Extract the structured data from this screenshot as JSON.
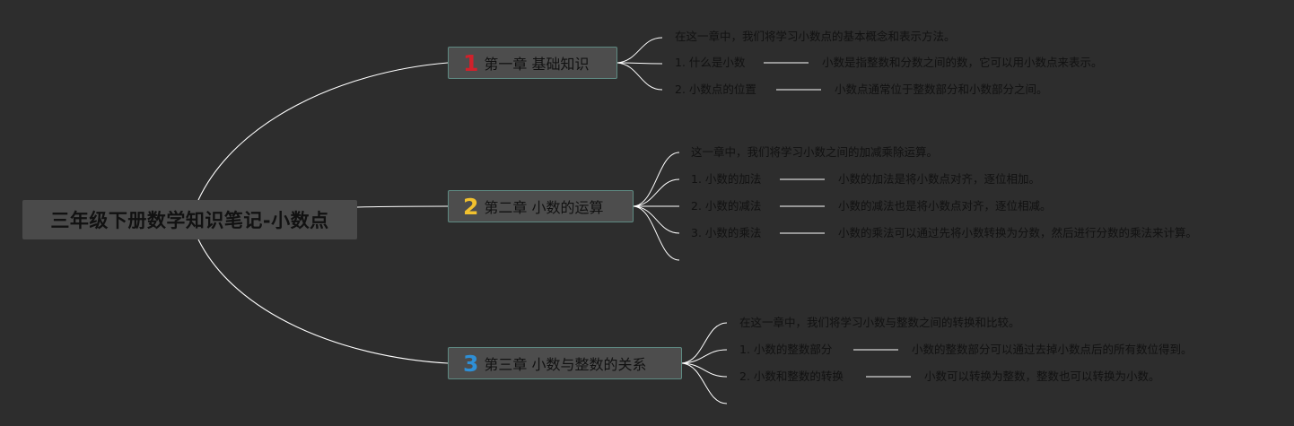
{
  "colors": {
    "background": "#2d2d2d",
    "link": "#ffffff",
    "chapter_border": "#5e8a82",
    "text": "#111111"
  },
  "root": {
    "title": "三年级下册数学知识笔记-小数点"
  },
  "chapters": [
    {
      "number": "1",
      "number_color": "#d0212b",
      "title": "第一章 基础知识",
      "intro": "在这一章中，我们将学习小数点的基本概念和表示方法。",
      "topics": [
        {
          "label": "1. 什么是小数",
          "detail": "小数是指整数和分数之间的数，它可以用小数点来表示。"
        },
        {
          "label": "2. 小数点的位置",
          "detail": "小数点通常位于整数部分和小数部分之间。"
        }
      ]
    },
    {
      "number": "2",
      "number_color": "#f2c12e",
      "title": "第二章 小数的运算",
      "intro": "这一章中，我们将学习小数之间的加减乘除运算。",
      "topics": [
        {
          "label": "1. 小数的加法",
          "detail": "小数的加法是将小数点对齐，逐位相加。"
        },
        {
          "label": "2. 小数的减法",
          "detail": "小数的减法也是将小数点对齐，逐位相减。"
        },
        {
          "label": "3. 小数的乘法",
          "detail": "小数的乘法可以通过先将小数转换为分数，然后进行分数的乘法来计算。"
        }
      ]
    },
    {
      "number": "3",
      "number_color": "#2e8fd6",
      "title": "第三章 小数与整数的关系",
      "intro": "在这一章中，我们将学习小数与整数之间的转换和比较。",
      "topics": [
        {
          "label": "1. 小数的整数部分",
          "detail": "小数的整数部分可以通过去掉小数点后的所有数位得到。"
        },
        {
          "label": "2. 小数和整数的转换",
          "detail": "小数可以转换为整数，整数也可以转换为小数。"
        }
      ]
    }
  ]
}
